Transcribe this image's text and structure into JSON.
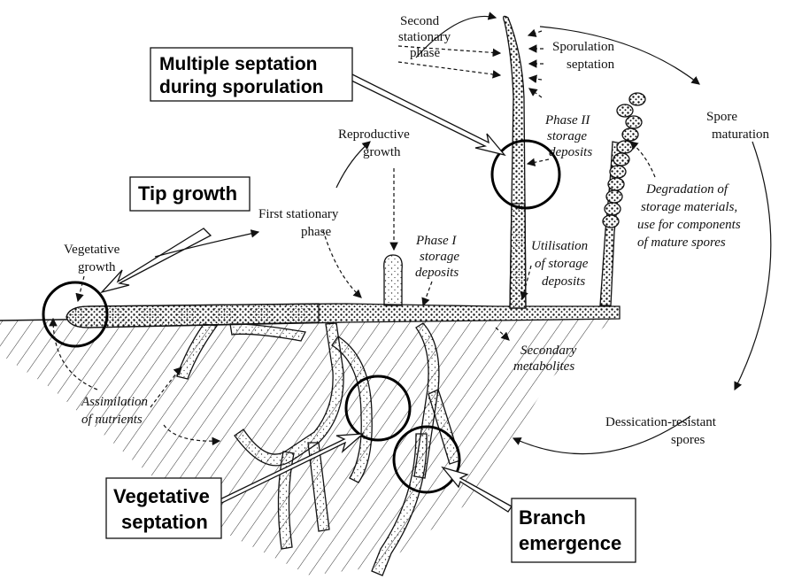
{
  "boxes": {
    "multiple_septation": [
      "Multiple septation",
      "during sporulation"
    ],
    "tip_growth": "Tip growth",
    "vegetative_septation": [
      "Vegetative",
      "septation"
    ],
    "branch_emergence": [
      "Branch",
      "emergence"
    ]
  },
  "labels": {
    "second_stationary": [
      "Second",
      "stationary",
      "phase"
    ],
    "sporulation_septation": [
      "Sporulation",
      "septation"
    ],
    "spore_maturation": [
      "Spore",
      "maturation"
    ],
    "reproductive_growth": [
      "Reproductive",
      "growth"
    ],
    "phase2_storage": [
      "Phase II",
      "storage",
      "deposits"
    ],
    "degradation": [
      "Degradation of",
      "storage materials,",
      "use for components",
      "of mature spores"
    ],
    "first_stationary": [
      "First stationary",
      "phase"
    ],
    "vegetative_growth": [
      "Vegetative",
      "growth"
    ],
    "phase1_storage": [
      "Phase I",
      "storage",
      "deposits"
    ],
    "utilisation": [
      "Utilisation",
      "of storage",
      "deposits"
    ],
    "secondary_metabolites": [
      "Secondary",
      "metabolites"
    ],
    "assimilation": [
      "Assimilation",
      "of nutrients"
    ],
    "dessication": [
      "Dessication-resistant",
      "spores"
    ]
  }
}
